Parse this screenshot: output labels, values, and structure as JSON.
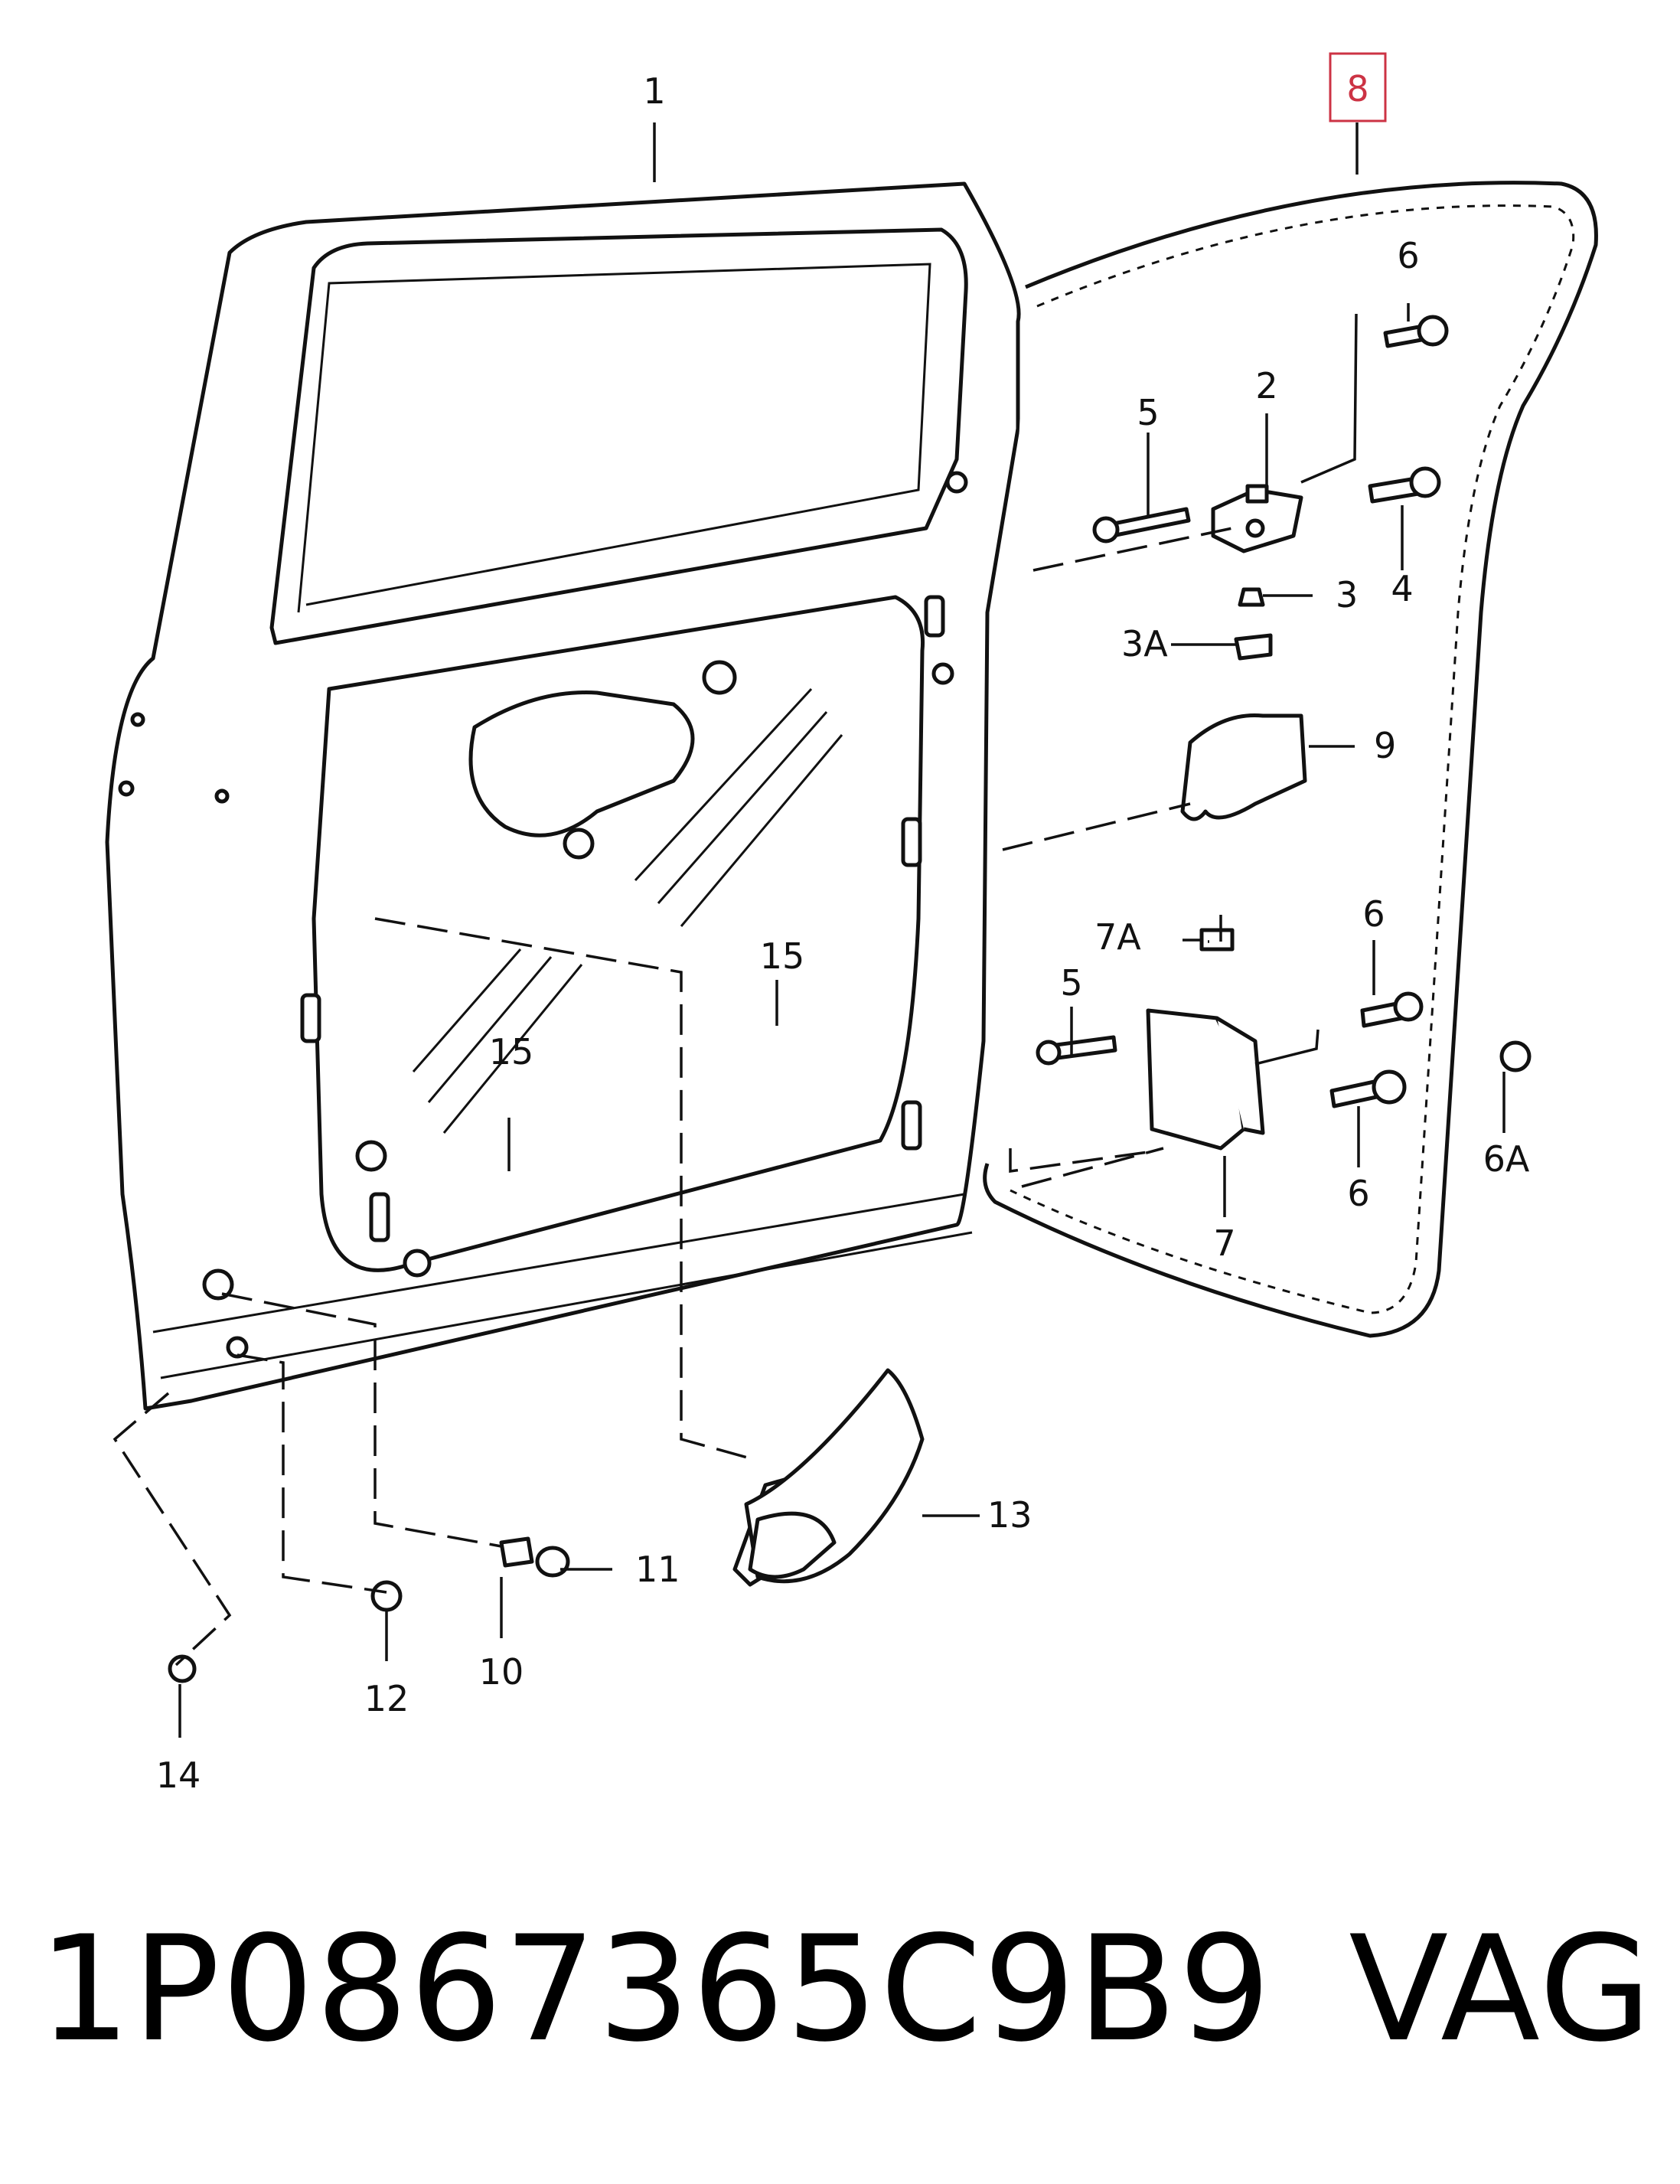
{
  "diagram": {
    "callouts": {
      "c1": "1",
      "c2": "2",
      "c3": "3",
      "c3a": "3A",
      "c4": "4",
      "c5_top": "5",
      "c5_bot": "5",
      "c6_top": "6",
      "c6_mid": "6",
      "c6_bot": "6",
      "c6a": "6A",
      "c7": "7",
      "c7a": "7A",
      "c8": "8",
      "c9": "9",
      "c10": "10",
      "c11": "11",
      "c12": "12",
      "c13": "13",
      "c14": "14",
      "c15_left": "15",
      "c15_right": "15"
    },
    "highlight_color": "#cc3344"
  },
  "footer": {
    "part_number": "1P0867365C9B9",
    "brand": "VAG"
  }
}
